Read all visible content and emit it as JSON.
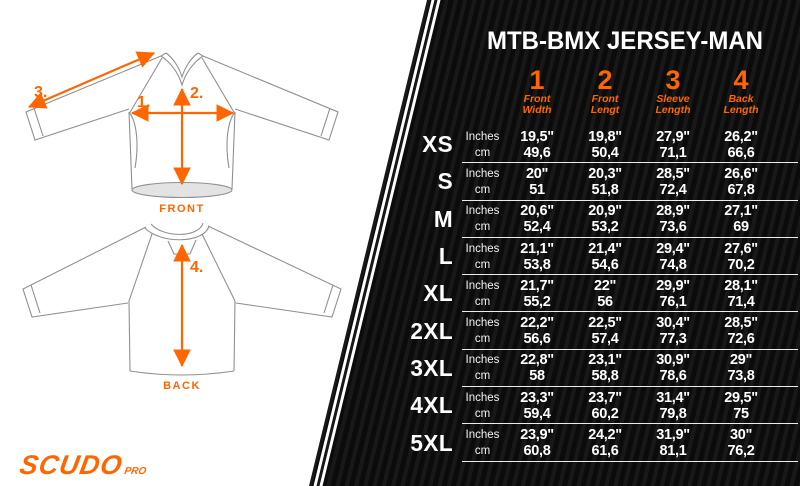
{
  "brand": {
    "name": "SCUDO",
    "suffix": "PRO"
  },
  "title": "MTB-BMX JERSEY-MAN",
  "diagram": {
    "front_label": "FRONT",
    "back_label": "BACK",
    "marker_1": "1.",
    "marker_2": "2.",
    "marker_3": "3.",
    "marker_4": "4."
  },
  "table": {
    "columns": [
      {
        "num": "1",
        "label_line1": "Front",
        "label_line2": "Width"
      },
      {
        "num": "2",
        "label_line1": "Front",
        "label_line2": "Lengt"
      },
      {
        "num": "3",
        "label_line1": "Sleeve",
        "label_line2": "Length"
      },
      {
        "num": "4",
        "label_line1": "Back",
        "label_line2": "Length"
      }
    ],
    "unit_labels": {
      "inches": "Inches",
      "cm": "cm"
    },
    "rows": [
      {
        "size": "XS",
        "inches": [
          "19,5\"",
          "19,8\"",
          "27,9\"",
          "26,2\""
        ],
        "cm": [
          "49,6",
          "50,4",
          "71,1",
          "66,6"
        ]
      },
      {
        "size": "S",
        "inches": [
          "20\"",
          "20,3\"",
          "28,5\"",
          "26,6\""
        ],
        "cm": [
          "51",
          "51,8",
          "72,4",
          "67,8"
        ]
      },
      {
        "size": "M",
        "inches": [
          "20,6\"",
          "20,9\"",
          "28,9\"",
          "27,1\""
        ],
        "cm": [
          "52,4",
          "53,2",
          "73,6",
          "69"
        ]
      },
      {
        "size": "L",
        "inches": [
          "21,1\"",
          "21,4\"",
          "29,4\"",
          "27,6\""
        ],
        "cm": [
          "53,8",
          "54,6",
          "74,8",
          "70,2"
        ]
      },
      {
        "size": "XL",
        "inches": [
          "21,7\"",
          "22\"",
          "29,9\"",
          "28,1\""
        ],
        "cm": [
          "55,2",
          "56",
          "76,1",
          "71,4"
        ]
      },
      {
        "size": "2XL",
        "inches": [
          "22,2\"",
          "22,5\"",
          "30,4\"",
          "28,5\""
        ],
        "cm": [
          "56,6",
          "57,4",
          "77,3",
          "72,6"
        ]
      },
      {
        "size": "3XL",
        "inches": [
          "22,8\"",
          "23,1\"",
          "30,9\"",
          "29\""
        ],
        "cm": [
          "58",
          "58,8",
          "78,6",
          "73,8"
        ]
      },
      {
        "size": "4XL",
        "inches": [
          "23,3\"",
          "23,7\"",
          "31,4\"",
          "29,5\""
        ],
        "cm": [
          "59,4",
          "60,2",
          "79,8",
          "75"
        ]
      },
      {
        "size": "5XL",
        "inches": [
          "23,9\"",
          "24,2\"",
          "31,9\"",
          "30\""
        ],
        "cm": [
          "60,8",
          "61,6",
          "81,1",
          "76,2"
        ]
      }
    ]
  },
  "colors": {
    "accent": "#ff6600",
    "panel": "#0b0b0b",
    "text": "#ffffff",
    "outline": "#909090"
  }
}
